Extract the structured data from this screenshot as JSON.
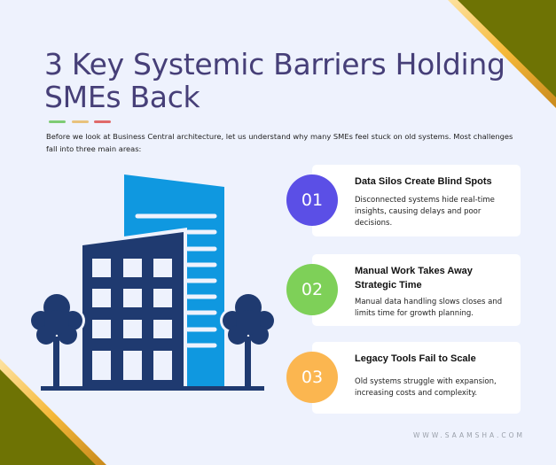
{
  "header": {
    "title_line1": "3 Key Systemic Barriers Holding",
    "title_line2": "SMEs Back",
    "intro": "Before we look at Business Central architecture, let us understand why many SMEs feel stuck on old systems. Most challenges fall into three main areas:"
  },
  "divider": {
    "colors": [
      "#7ecb74",
      "#e8c27c",
      "#e06a6a"
    ]
  },
  "illustration": {
    "icon": "office-buildings-with-trees-icon",
    "colors": {
      "dark": "#1f3a70",
      "light": "#0f98e0"
    }
  },
  "barriers": [
    {
      "number": "01",
      "color": "#5b4fe6",
      "title": "Data Silos Create Blind Spots",
      "text": "Disconnected systems hide real-time insights, causing delays and poor decisions."
    },
    {
      "number": "02",
      "color": "#7ed058",
      "title": "Manual Work Takes Away Strategic Time",
      "text": "Manual data handling slows closes and limits time for growth planning."
    },
    {
      "number": "03",
      "color": "#fbb650",
      "title": "Legacy Tools Fail to Scale",
      "text": "Old systems struggle with expansion, increasing costs and complexity."
    }
  ],
  "decor": {
    "corner_fill": "#6e7304",
    "corner_edge": "#f4b83a"
  },
  "footer": {
    "website": "WWW.SAAMSHA.COM"
  }
}
